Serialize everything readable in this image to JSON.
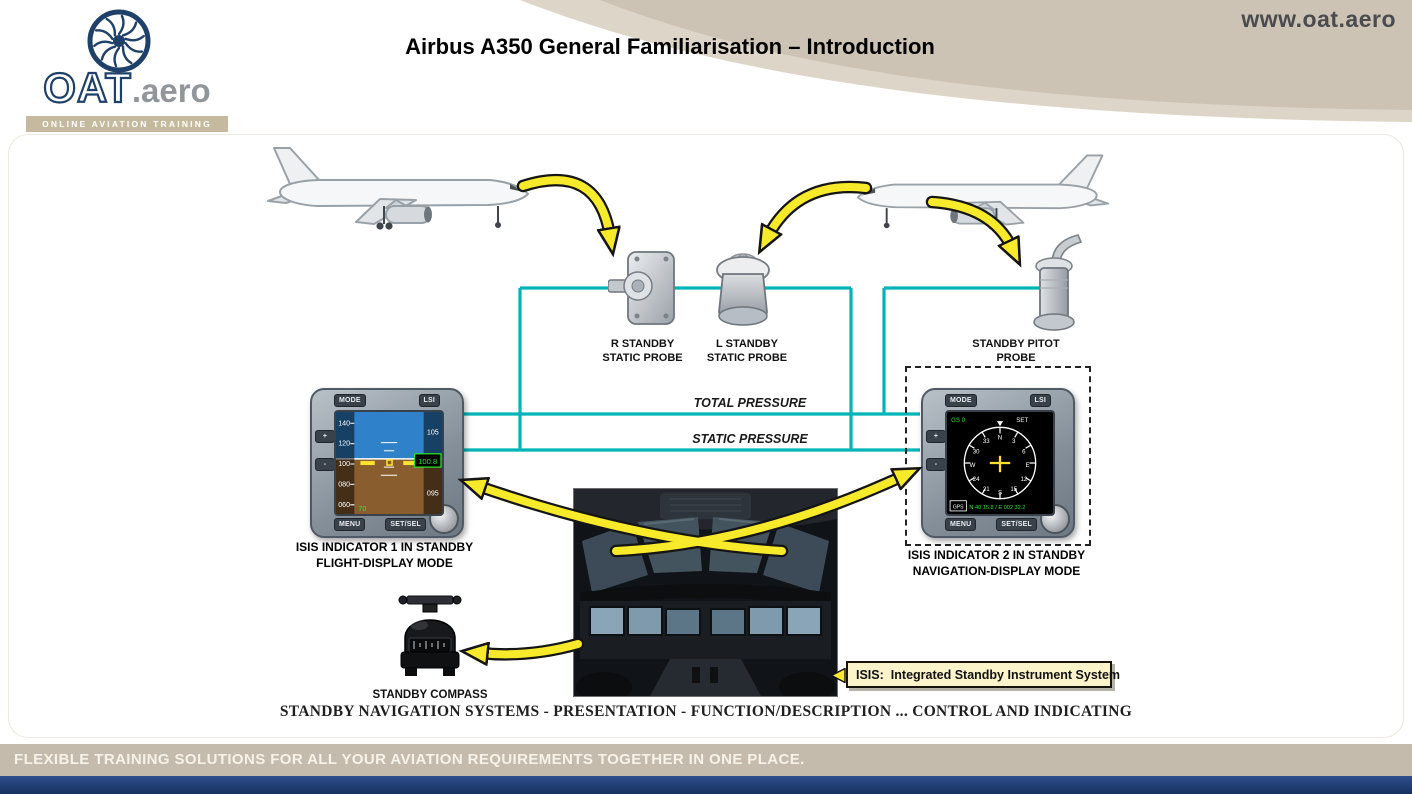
{
  "header": {
    "title": "Airbus A350 General Familiarisation – Introduction",
    "website": "www.oat.aero",
    "logo": {
      "brand": "OAT",
      "suffix": ".aero",
      "tagline": "ONLINE AVIATION TRAINING"
    }
  },
  "probes": {
    "r_static": [
      "R STANDBY",
      "STATIC PROBE"
    ],
    "l_static": [
      "L STANDBY",
      "STATIC PROBE"
    ],
    "pitot": [
      "STANDBY PITOT",
      "PROBE"
    ]
  },
  "pressure": {
    "total": "TOTAL PRESSURE",
    "static": "STATIC PRESSURE"
  },
  "isis1": {
    "caption": [
      "ISIS INDICATOR 1 IN STANDBY",
      "FLIGHT-DISPLAY MODE"
    ],
    "buttons": {
      "mode": "MODE",
      "lsi": "LSI",
      "menu": "MENU",
      "setsel": "SET/SEL",
      "plus": "+",
      "minus": "-"
    },
    "speed_tape": [
      "140",
      "120",
      "100",
      "080",
      "060"
    ],
    "alt_tape": [
      "105",
      "100",
      "095"
    ],
    "alt_readout": "100.8",
    "baro": "70"
  },
  "isis2": {
    "caption": [
      "ISIS INDICATOR 2 IN STANDBY",
      "NAVIGATION-DISPLAY MODE"
    ],
    "buttons": {
      "mode": "MODE",
      "lsi": "LSI",
      "menu": "MENU",
      "setsel": "SET/SEL",
      "plus": "+",
      "minus": "-"
    },
    "set_label": "SET",
    "gs_label": "GS 0",
    "gps_label": "GPS",
    "coords": "N 40 15.8 / E 002 32.2",
    "rose": [
      "N",
      "3",
      "6",
      "E",
      "12",
      "15",
      "S",
      "21",
      "24",
      "W",
      "30",
      "33"
    ]
  },
  "compass_label": "STANDBY COMPASS",
  "legend": {
    "abbr": "ISIS:",
    "text": "Integrated Standby Instrument System"
  },
  "caption": "STANDBY NAVIGATION SYSTEMS - PRESENTATION - FUNCTION/DESCRIPTION ... CONTROL AND INDICATING",
  "footer": {
    "tagline": "FLEXIBLE TRAINING SOLUTIONS FOR ALL YOUR AVIATION REQUIREMENTS TOGETHER IN ONE PLACE."
  }
}
